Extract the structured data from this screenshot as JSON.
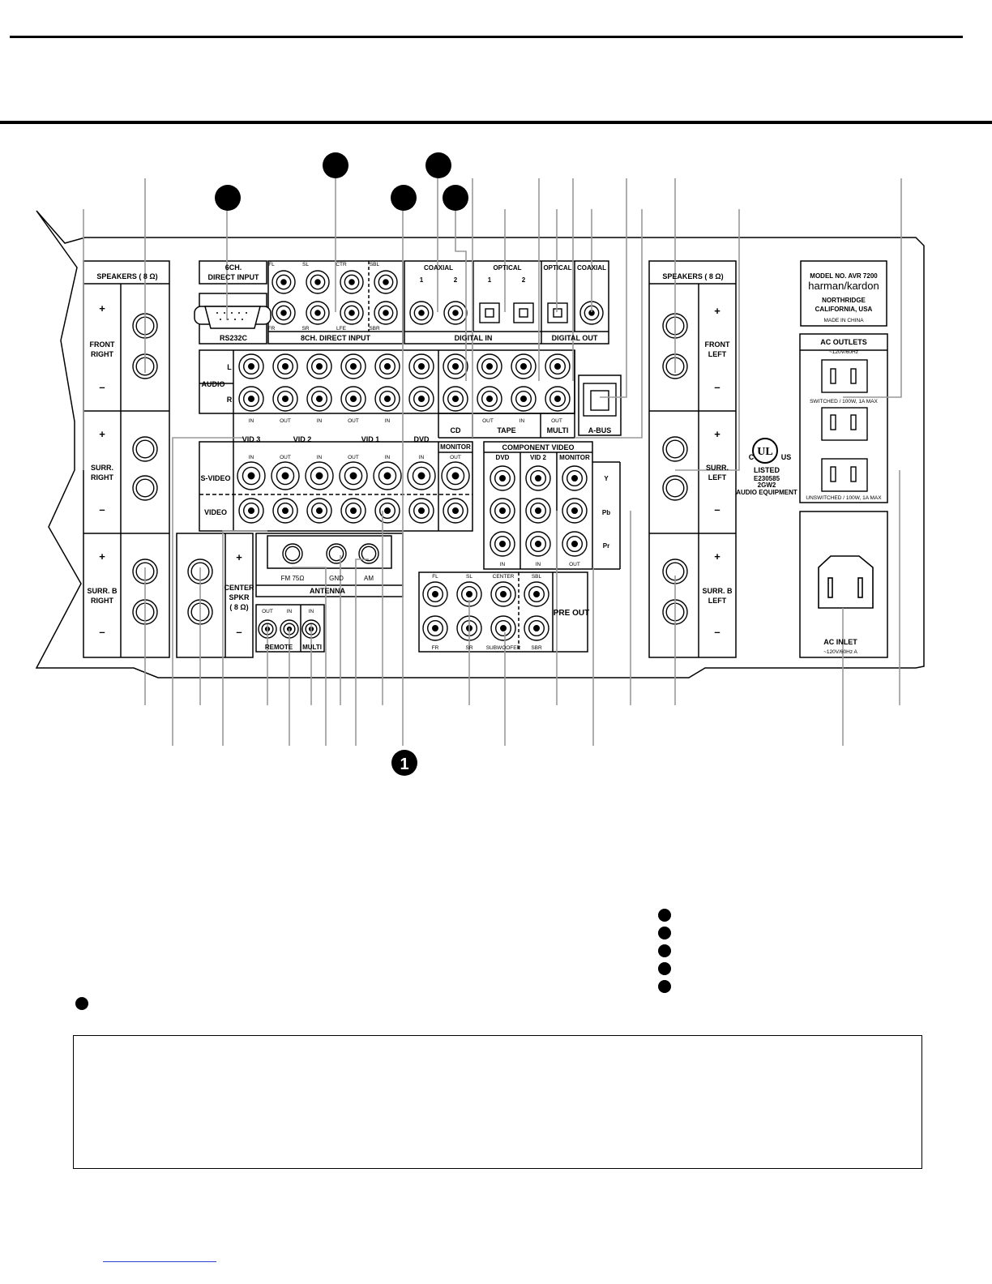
{
  "panel": {
    "speakers_left_title": "SPEAKERS ( 8 Ω)",
    "speakers_right_title": "SPEAKERS ( 8 Ω)",
    "front_right": [
      "FRONT",
      "RIGHT"
    ],
    "surr_right": [
      "SURR.",
      "RIGHT"
    ],
    "surrb_right": [
      "SURR. B",
      "RIGHT"
    ],
    "front_left": [
      "FRONT",
      "LEFT"
    ],
    "surr_left": [
      "SURR.",
      "LEFT"
    ],
    "surrb_left": [
      "SURR. B",
      "LEFT"
    ],
    "center": [
      "CENTER",
      "SPKR",
      "( 8 Ω)"
    ],
    "plus": "+",
    "minus": "–",
    "six_ch": [
      "6CH.",
      "DIRECT INPUT"
    ],
    "rs232": "RS232C",
    "eight_ch": "8CH. DIRECT INPUT",
    "eight_ch_top": [
      "FL",
      "SL",
      "CTR",
      "SBL"
    ],
    "eight_ch_bot": [
      "FR",
      "SR",
      "LFE",
      "SBR"
    ],
    "coaxial": "COAXIAL",
    "optical": "OPTICAL",
    "digital_in": "DIGITAL IN",
    "digital_out": "DIGITAL OUT",
    "num1": "1",
    "num2": "2",
    "audio": "AUDIO",
    "L": "L",
    "R": "R",
    "in": "IN",
    "out": "OUT",
    "cd": "CD",
    "tape": "TAPE",
    "multi": "MULTI",
    "abus": "A-BUS",
    "vid3": "VID 3",
    "vid2": "VID 2",
    "vid1": "VID 1",
    "dvd": "DVD",
    "monitor": "MONITOR",
    "svideo": "S-VIDEO",
    "video": "VIDEO",
    "component": "COMPONENT VIDEO",
    "comp_cols": [
      "DVD",
      "VID 2",
      "MONITOR"
    ],
    "y": "Y",
    "pb": "Pb",
    "pr": "Pr",
    "antenna": "ANTENNA",
    "fm": "FM 75Ω",
    "gnd": "GND",
    "am": "AM",
    "remote": "REMOTE",
    "remote_out": "OUT",
    "remote_in": "IN",
    "multi_in": "IN",
    "preout": "PRE OUT",
    "pre_top": [
      "FL",
      "SL",
      "CENTER",
      "SBL"
    ],
    "pre_bot": [
      "FR",
      "SR",
      "SUBWOOFER",
      "SBR"
    ],
    "model": "MODEL NO. AVR 7200",
    "brand": "harman/kardon",
    "loc1": "NORTHRIDGE",
    "loc2": "CALIFORNIA, USA",
    "made": "MADE IN CHINA",
    "ac_outlets": "AC OUTLETS",
    "ac_volt": "~120V/60Hz",
    "switched": "SWITCHED / 100W, 1A MAX",
    "unswitched": "UNSWITCHED / 100W, 1A MAX",
    "ul_c": "C",
    "ul_us": "US",
    "ul_listed": "LISTED",
    "ul_no": "E230585",
    "ul_code": "2GW2",
    "ul_audio": "AUDIO EQUIPMENT",
    "ac_inlet": "AC INLET",
    "ac_inlet_v": "~120V/60Hz   A",
    "callout_1": "1"
  }
}
